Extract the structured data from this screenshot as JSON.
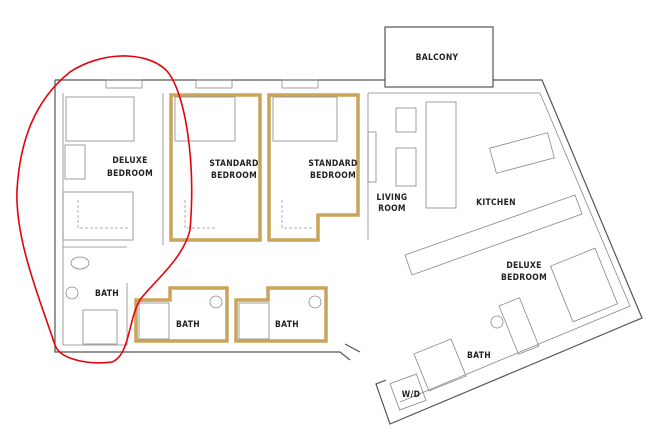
{
  "floor_plan": {
    "rooms": {
      "balcony": "BALCONY",
      "living_line1": "LIVING",
      "living_line2": "ROOM",
      "kitchen": "KITCHEN",
      "deluxe_left_line1": "DELUXE",
      "deluxe_left_line2": "BEDROOM",
      "standard1_line1": "STANDARD",
      "standard1_line2": "BEDROOM",
      "standard2_line1": "STANDARD",
      "standard2_line2": "BEDROOM",
      "deluxe_right_line1": "DELUXE",
      "deluxe_right_line2": "BEDROOM",
      "bath_left": "BATH",
      "bath_mid1": "BATH",
      "bath_mid2": "BATH",
      "bath_right": "BATH",
      "laundry": "W/D"
    },
    "colors": {
      "highlight_outline": "#c9a45a",
      "annotation_circle": "#e8000b",
      "walls": "#555555"
    }
  }
}
